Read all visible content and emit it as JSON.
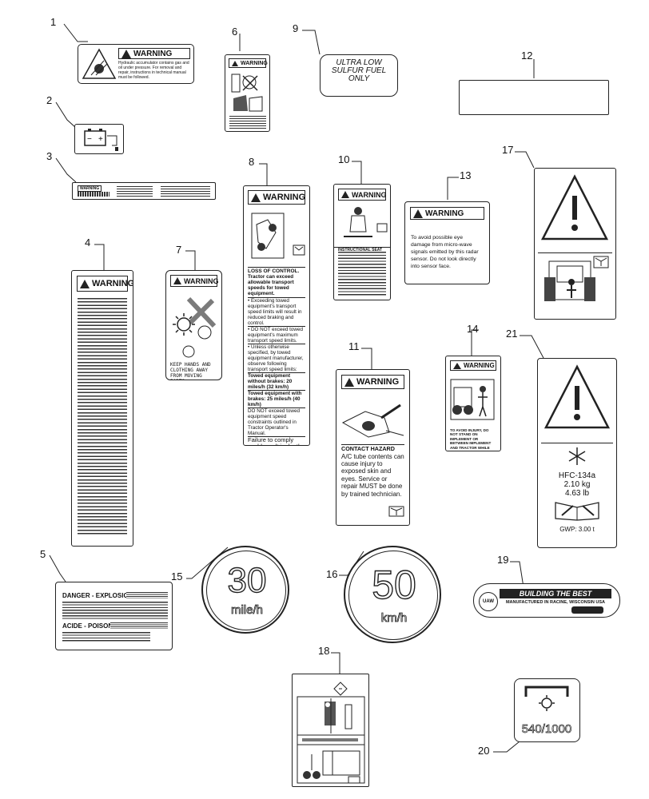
{
  "callouts": [
    {
      "id": "1",
      "text": "1"
    },
    {
      "id": "2",
      "text": "2"
    },
    {
      "id": "3",
      "text": "3"
    },
    {
      "id": "4",
      "text": "4"
    },
    {
      "id": "5",
      "text": "5"
    },
    {
      "id": "6",
      "text": "6"
    },
    {
      "id": "7",
      "text": "7"
    },
    {
      "id": "8",
      "text": "8"
    },
    {
      "id": "9",
      "text": "9"
    },
    {
      "id": "10",
      "text": "10"
    },
    {
      "id": "11",
      "text": "11"
    },
    {
      "id": "12",
      "text": "12"
    },
    {
      "id": "13",
      "text": "13"
    },
    {
      "id": "14",
      "text": "14"
    },
    {
      "id": "15",
      "text": "15"
    },
    {
      "id": "16",
      "text": "16"
    },
    {
      "id": "17",
      "text": "17"
    },
    {
      "id": "18",
      "text": "18"
    },
    {
      "id": "19",
      "text": "19"
    },
    {
      "id": "20",
      "text": "20"
    },
    {
      "id": "21",
      "text": "21"
    }
  ],
  "decals": {
    "d1": {
      "header": "WARNING",
      "body": "Hydraulic accumulator contains gas and oil under pressure. For removal and repair, instructions in technical manual must be followed."
    },
    "d3": {
      "header": "WARNING"
    },
    "d4": {
      "header": "WARNING"
    },
    "d5": {
      "line1": "DANGER - EXPLOSION",
      "line2": "ACIDE - POISON"
    },
    "d6": {
      "header": "WARNING"
    },
    "d7": {
      "header": "WARNING",
      "body": "KEEP HANDS AND CLOTHING AWAY FROM MOVING PARTS."
    },
    "d8": {
      "header": "WARNING",
      "title": "LOSS OF CONTROL.",
      "intro": "Tractor can exceed allowable transport speeds for towed equipment.",
      "bullets": [
        "Exceeding towed equipment's transport speed limits will result in reduced braking and control.",
        "DO NOT exceed towed equipment's maximum transport speed limits.",
        "Unless otherwise specified, by towed equipment manufacturer, observe following transport speed limits:"
      ],
      "limit1": "Towed equipment without brakes: 20 miles/h (32 km/h)",
      "limit2": "Towed equipment with brakes: 25 miles/h (40 km/h)",
      "note": "DO NOT exceed towed equipment speed constraints outlined in Tractor Operator's Manual.",
      "footer": "Failure to comply could result in death or serious injury."
    },
    "d9": {
      "line1": "ULTRA LOW",
      "line2": "SULFUR FUEL",
      "line3": "ONLY"
    },
    "d10": {
      "header": "WARNING",
      "title": "INSTRUCTIONAL SEAT"
    },
    "d11": {
      "header": "WARNING",
      "title": "CONTACT HAZARD",
      "body": "A/C tube contents can cause injury to exposed skin and eyes. Service or repair MUST be done by trained technician."
    },
    "d13": {
      "header": "WARNING",
      "body": "To avoid possible eye damage from micro-wave signals emitted by this radar sensor. Do not look directly into sensor face."
    },
    "d14": {
      "header": "WARNING",
      "body": "TO AVOID INJURY, DO NOT STAND ON IMPLEMENT OR BETWEEN IMPLEMENT AND TRACTOR WHILE OPERATING EXTERNAL CONTROLS."
    },
    "d15": {
      "value": "30",
      "unit": "mile/h"
    },
    "d16": {
      "value": "50",
      "unit": "km/h"
    },
    "d19": {
      "line1": "BUILDING THE BEST",
      "line2": "MANUFACTURED IN RACINE, WISCONSIN USA"
    },
    "d20": {
      "value": "540/1000"
    },
    "d21": {
      "refrigerant": "HFC-134a",
      "kg": "2.10 kg",
      "lb": "4.63 lb",
      "gwp": "GWP: 3.00 t"
    }
  }
}
